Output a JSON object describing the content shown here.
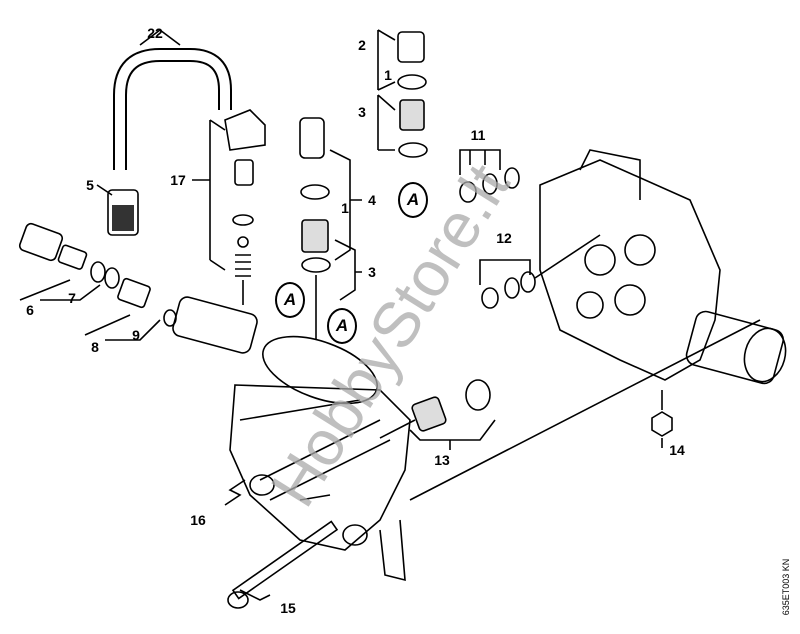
{
  "labels": {
    "p22": "22",
    "p2": "2",
    "p1a": "1",
    "p3a": "3",
    "p11": "11",
    "p5": "5",
    "p17": "17",
    "p4": "4",
    "p1b": "1",
    "p12": "12",
    "p3b": "3",
    "p6": "6",
    "p7": "7",
    "p8": "8",
    "p9": "9",
    "p13": "13",
    "p14": "14",
    "p16": "16",
    "p15": "15"
  },
  "callouts": {
    "a1": "A",
    "a2": "A",
    "a3": "A"
  },
  "watermark": "HobbyStore.lt",
  "drawing_code": "635ET003 KN"
}
